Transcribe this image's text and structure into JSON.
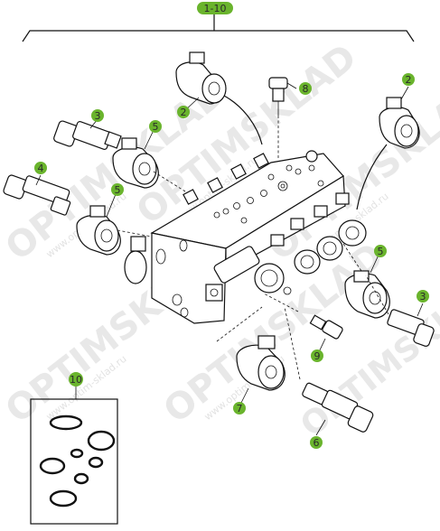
{
  "diagram": {
    "group_label": "1-10",
    "accent_color": "#6ab42d",
    "callouts": [
      {
        "id": "c2a",
        "label": "2"
      },
      {
        "id": "c2b",
        "label": "2"
      },
      {
        "id": "c3a",
        "label": "3"
      },
      {
        "id": "c3b",
        "label": "3"
      },
      {
        "id": "c4",
        "label": "4"
      },
      {
        "id": "c5a",
        "label": "5"
      },
      {
        "id": "c5b",
        "label": "5"
      },
      {
        "id": "c5c",
        "label": "5"
      },
      {
        "id": "c6",
        "label": "6"
      },
      {
        "id": "c7",
        "label": "7"
      },
      {
        "id": "c8",
        "label": "8"
      },
      {
        "id": "c9",
        "label": "9"
      },
      {
        "id": "c10",
        "label": "10"
      }
    ]
  },
  "watermark": {
    "brand": "OPTIMSKLAD",
    "url": "www.optim-sklad.ru"
  }
}
